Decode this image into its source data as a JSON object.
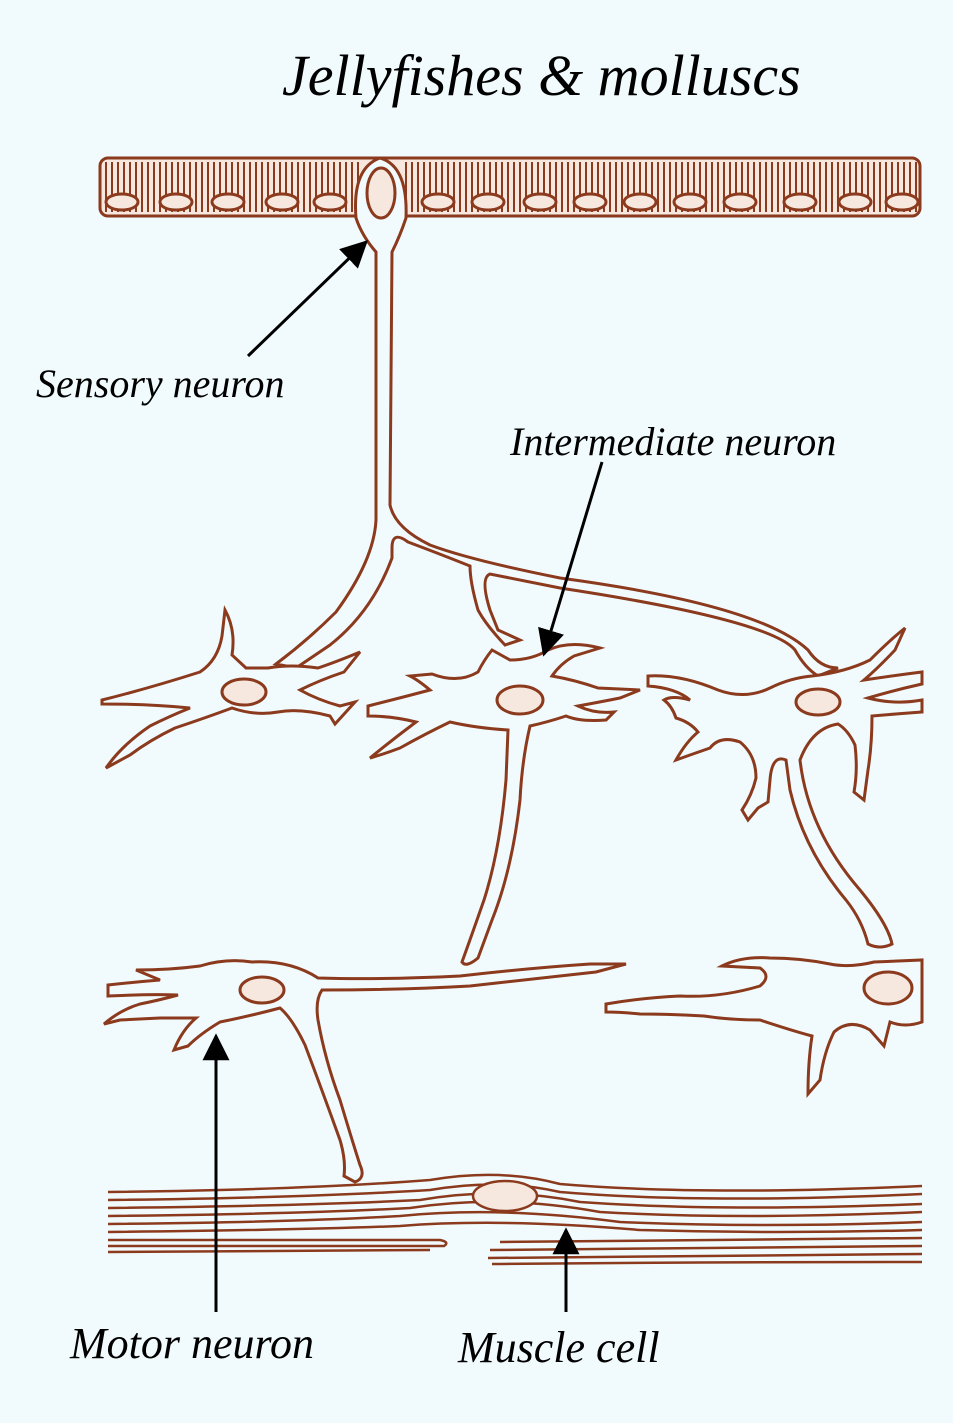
{
  "title": "Jellyfishes & molluscs",
  "labels": {
    "sensory": "Sensory neuron",
    "intermediate": "Intermediate neuron",
    "motor": "Motor neuron",
    "muscle": "Muscle cell"
  },
  "colors": {
    "background": "#f1fbfd",
    "cell_line": "#8b3a1d",
    "arrow": "#000000",
    "text": "#000000"
  }
}
